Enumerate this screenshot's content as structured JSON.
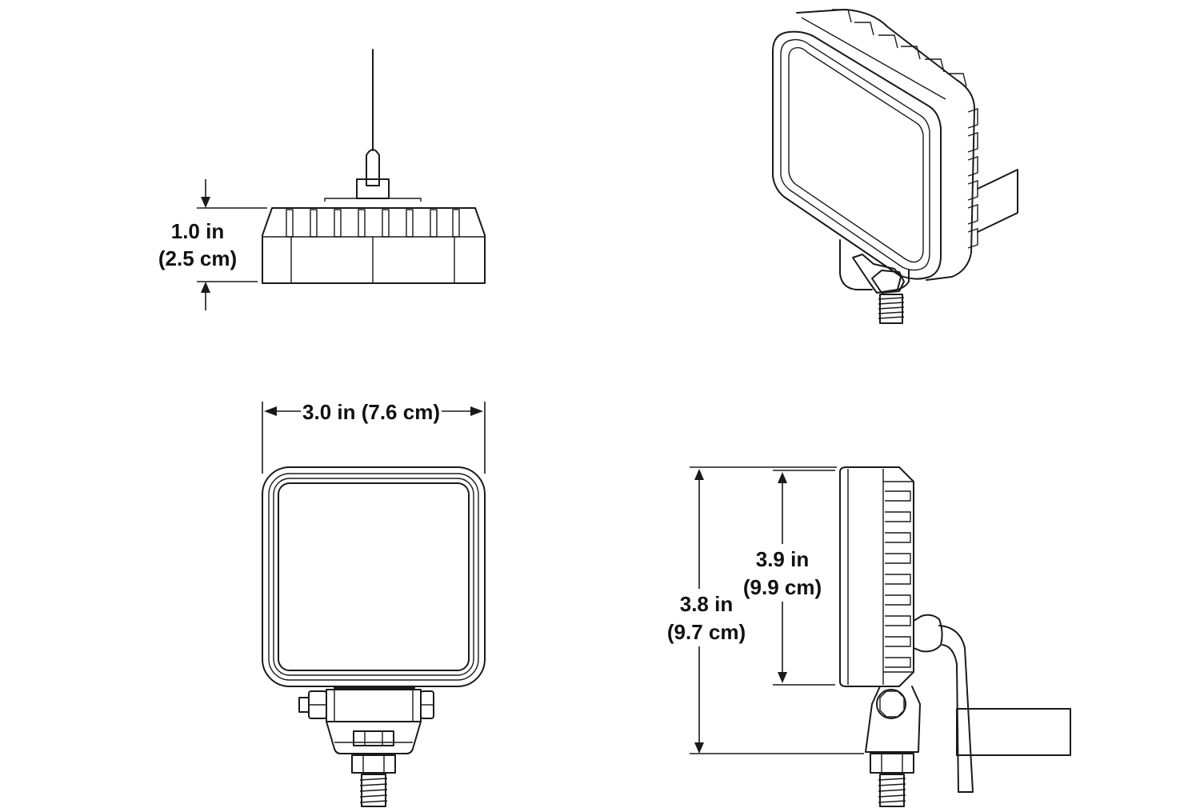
{
  "dimensions": {
    "depth": {
      "imperial": "1.0 in",
      "metric": "(2.5 cm)"
    },
    "width": {
      "label": "3.0 in (7.6 cm)"
    },
    "height_lens": {
      "imperial": "3.9 in",
      "metric": "(9.9 cm)"
    },
    "height_overall": {
      "imperial": "3.8 in",
      "metric": "(9.7 cm)"
    }
  }
}
